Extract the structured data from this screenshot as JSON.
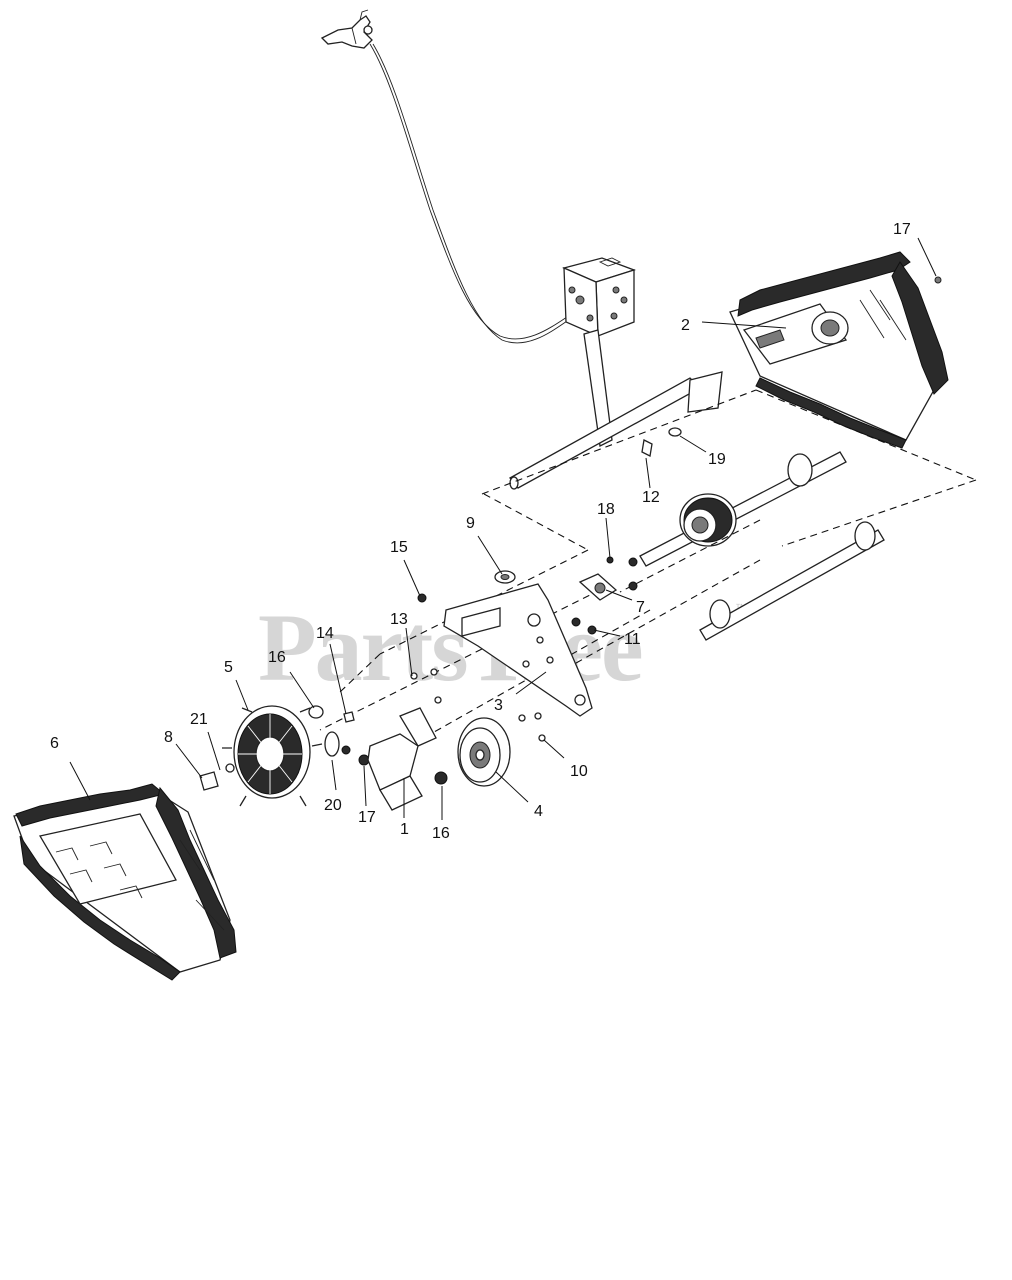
{
  "watermark": {
    "text": "PartsTree",
    "trademark": "™"
  },
  "callouts": [
    {
      "id": "c-17-top",
      "label": "17"
    },
    {
      "id": "c-2",
      "label": "2"
    },
    {
      "id": "c-19",
      "label": "19"
    },
    {
      "id": "c-12",
      "label": "12"
    },
    {
      "id": "c-18",
      "label": "18"
    },
    {
      "id": "c-9",
      "label": "9"
    },
    {
      "id": "c-15",
      "label": "15"
    },
    {
      "id": "c-7",
      "label": "7"
    },
    {
      "id": "c-13",
      "label": "13"
    },
    {
      "id": "c-11",
      "label": "11"
    },
    {
      "id": "c-14",
      "label": "14"
    },
    {
      "id": "c-16-left",
      "label": "16"
    },
    {
      "id": "c-5",
      "label": "5"
    },
    {
      "id": "c-3",
      "label": "3"
    },
    {
      "id": "c-21",
      "label": "21"
    },
    {
      "id": "c-6",
      "label": "6"
    },
    {
      "id": "c-8",
      "label": "8"
    },
    {
      "id": "c-10",
      "label": "10"
    },
    {
      "id": "c-4",
      "label": "4"
    },
    {
      "id": "c-20",
      "label": "20"
    },
    {
      "id": "c-17-bottom",
      "label": "17"
    },
    {
      "id": "c-1",
      "label": "1"
    },
    {
      "id": "c-16-bottom",
      "label": "16"
    }
  ]
}
